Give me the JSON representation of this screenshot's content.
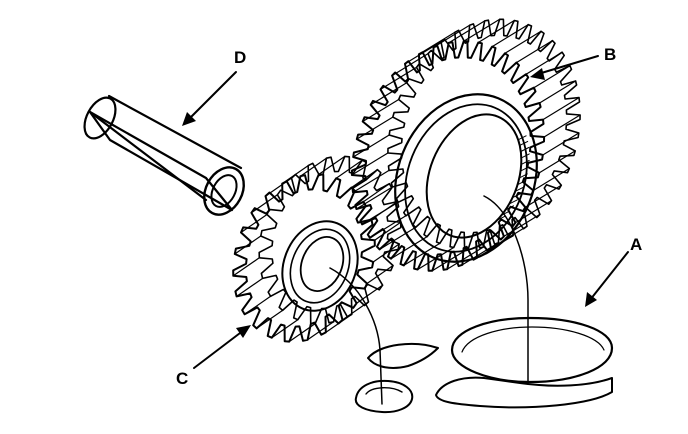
{
  "diagram": {
    "labels": {
      "a": "A",
      "b": "B",
      "c": "C",
      "d": "D"
    },
    "colors": {
      "ink": "#000000",
      "paper": "#ffffff"
    },
    "gear_b_teeth": 40,
    "gear_c_teeth": 24
  }
}
